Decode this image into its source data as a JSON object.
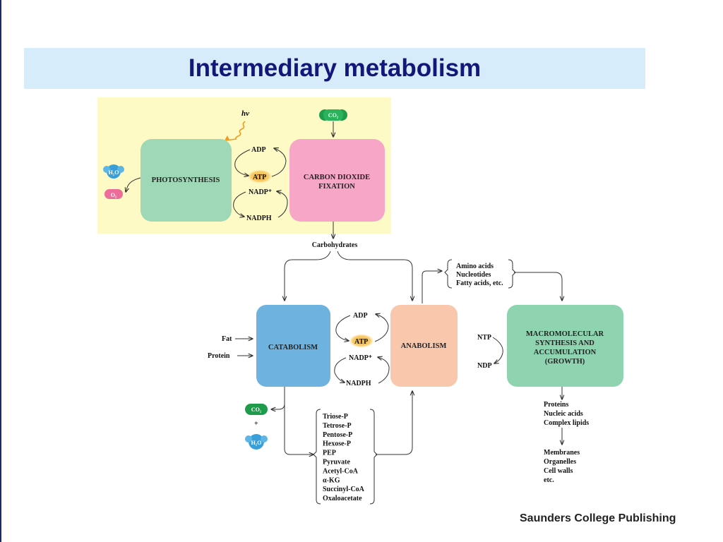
{
  "title": "Intermediary metabolism",
  "credit": "Saunders College Publishing",
  "colors": {
    "title_band": "#d6ecfb",
    "title_text": "#14177a",
    "panel_yellow": "#fdfac6",
    "photosynthesis": "#9fd8b6",
    "carbon_fixation": "#f7a6c8",
    "catabolism": "#6eb3e0",
    "anabolism": "#f9c8ac",
    "macromolecular": "#8fd4b0",
    "co2_pill": "#1f9b4c",
    "h2o_pill": "#3a9fd8",
    "o2_pill": "#ee6c9a",
    "atp_glow": "#f8c24a"
  },
  "icons": {
    "light": "wavy-arrow-icon",
    "co2": "co2-molecule-icon",
    "h2o": "h2o-molecule-icon",
    "o2": "o2-molecule-icon"
  },
  "top": {
    "hv": "hν",
    "co2": "CO₂",
    "h2o": "H₂O",
    "o2": "O₂",
    "photosynthesis": "PHOTOSYNTHESIS",
    "carbon_fixation_line1": "CARBON DIOXIDE",
    "carbon_fixation_line2": "FIXATION",
    "adp": "ADP",
    "atp": "ATP",
    "nadp": "NADP⁺",
    "nadph": "NADPH",
    "carbohydrates": "Carbohydrates"
  },
  "middle": {
    "fat": "Fat",
    "protein": "Protein",
    "catabolism": "CATABOLISM",
    "anabolism": "ANABOLISM",
    "adp": "ADP",
    "atp": "ATP",
    "nadp": "NADP⁺",
    "nadph": "NADPH",
    "precursors": [
      "Amino acids",
      "Nucleotides",
      "Fatty acids, etc."
    ],
    "ntp": "NTP",
    "ndp": "NDP",
    "macromolecular": [
      "MACROMOLECULAR",
      "SYNTHESIS AND",
      "ACCUMULATION",
      "(GROWTH)"
    ]
  },
  "bottom": {
    "co2": "CO₂",
    "plus": "+",
    "h2o": "H₂O",
    "intermediates": [
      "Triose-P",
      "Tetrose-P",
      "Pentose-P",
      "Hexose-P",
      "PEP",
      "Pyruvate",
      "Acetyl-CoA",
      "α-KG",
      "Succinyl-CoA",
      "Oxaloacetate"
    ],
    "macromolecules": [
      "Proteins",
      "Nucleic acids",
      "Complex lipids"
    ],
    "structures": [
      "Membranes",
      "Organelles",
      "Cell walls",
      "etc."
    ]
  }
}
